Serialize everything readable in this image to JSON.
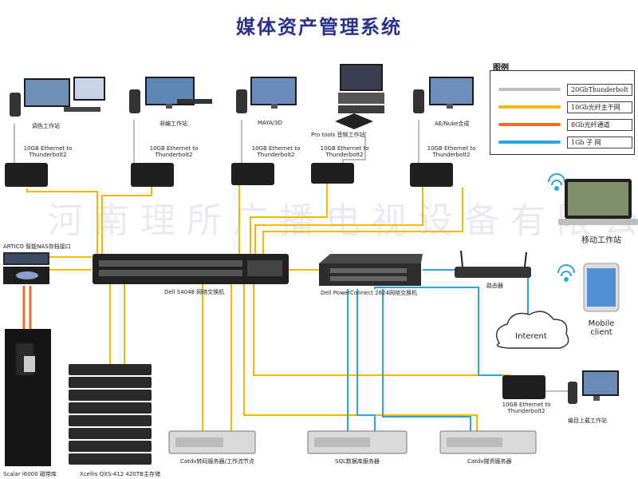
{
  "title": "媒体资产管理系统",
  "watermark": "河南理所广播电视设备有限公司",
  "legend": {
    "title": "图例",
    "items": [
      {
        "label": "20GbThunderbolt",
        "color": "#bdbdbd"
      },
      {
        "label": "10Gb光纤主干网",
        "color": "#f5b800"
      },
      {
        "label": "8Gb光纤通道",
        "color": "#f06a28"
      },
      {
        "label": "1Gb 子   网",
        "color": "#2aa7e0"
      }
    ]
  },
  "colors": {
    "thunderbolt": "#bdbdbd",
    "fiber10g": "#f5b800",
    "fiber8g": "#f06a28",
    "subnet1g": "#2aa7e0",
    "device_dark": "#222222",
    "title": "#2b2f8f"
  },
  "workstations": [
    {
      "label": "调色工作站"
    },
    {
      "label": "非编工作站"
    },
    {
      "label": "MAYA/3D"
    },
    {
      "label": "Pro tools 音频工作站"
    },
    {
      "label": "AE/Nuke合成"
    }
  ],
  "adapter_label_1": "10GB Ethernet to",
  "adapter_label_2": "Thunderbolt2",
  "artico_label": "ARTICO 智能NAS存档接口",
  "dell_s4048_label": "Dell S4048 网络交换机",
  "dell_pc_label": "Dell PowerConnect 2824网络交换机",
  "router_label": "路由器",
  "mobile_ws_label": "移动工作站",
  "mobile_client_label": "Mobile\nclient",
  "internet_label": "Interent",
  "scalar_label": "Scalar i6000 磁带库",
  "storage_label": "Xcellis QXS-412 420TB主存储",
  "servers": [
    {
      "label": "Catdv转码服务器/工作流节点"
    },
    {
      "label": "SQL数据库服务器"
    },
    {
      "label": "Catdv媒资服务器"
    }
  ],
  "upload_ws_label": "编目上载工作站"
}
